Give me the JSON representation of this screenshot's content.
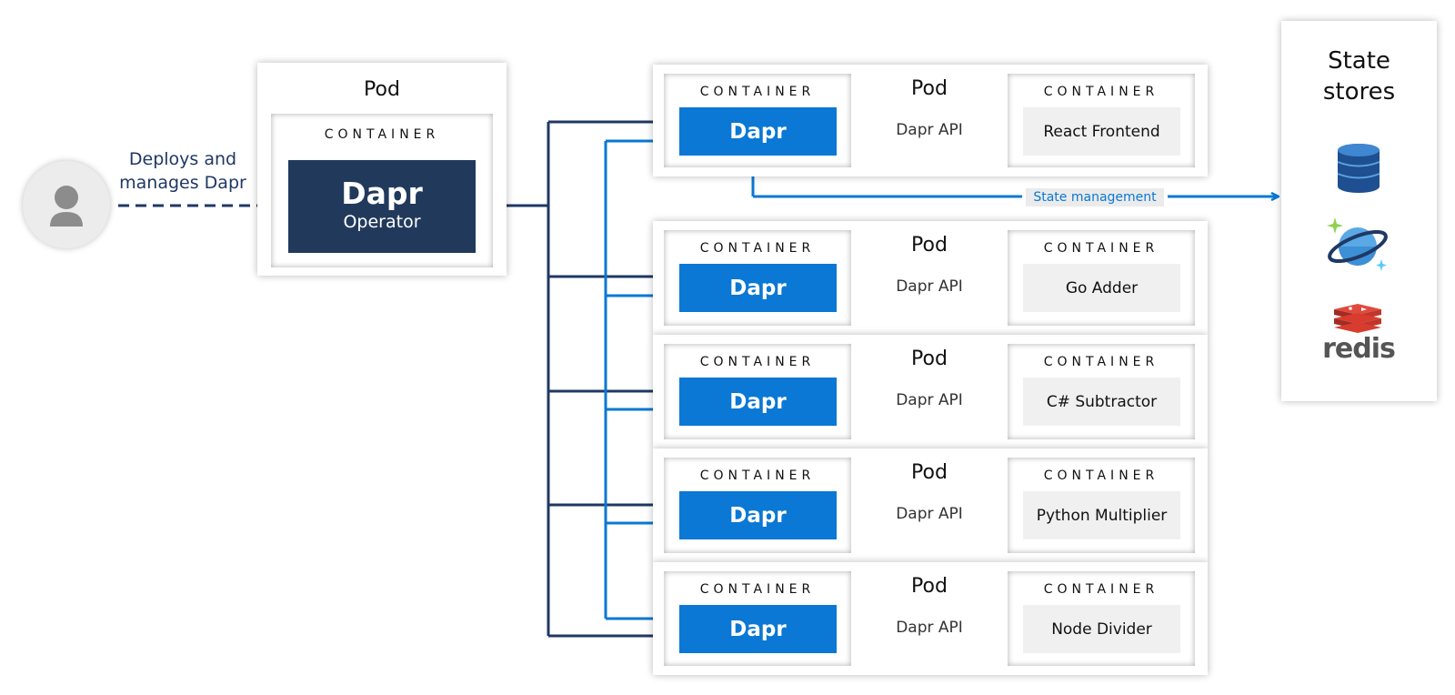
{
  "operator": {
    "pod_label": "Pod",
    "container_label": "CONTAINER",
    "title": "Dapr",
    "subtitle": "Operator"
  },
  "user": {
    "caption_line1": "Deploys and",
    "caption_line2": "manages Dapr"
  },
  "pods": [
    {
      "pod_label": "Pod",
      "left_container_label": "CONTAINER",
      "sidecar_label": "Dapr",
      "api_label": "Dapr API",
      "right_container_label": "CONTAINER",
      "app_label": "React Frontend"
    },
    {
      "pod_label": "Pod",
      "left_container_label": "CONTAINER",
      "sidecar_label": "Dapr",
      "api_label": "Dapr API",
      "right_container_label": "CONTAINER",
      "app_label": "Go Adder"
    },
    {
      "pod_label": "Pod",
      "left_container_label": "CONTAINER",
      "sidecar_label": "Dapr",
      "api_label": "Dapr API",
      "right_container_label": "CONTAINER",
      "app_label": "C# Subtractor"
    },
    {
      "pod_label": "Pod",
      "left_container_label": "CONTAINER",
      "sidecar_label": "Dapr",
      "api_label": "Dapr API",
      "right_container_label": "CONTAINER",
      "app_label": "Python Multiplier"
    },
    {
      "pod_label": "Pod",
      "left_container_label": "CONTAINER",
      "sidecar_label": "Dapr",
      "api_label": "Dapr API",
      "right_container_label": "CONTAINER",
      "app_label": "Node Divider"
    }
  ],
  "state_management_label": "State management",
  "state_stores": {
    "title_line1": "State",
    "title_line2": "stores",
    "icons": [
      "database-cylinder-icon",
      "cosmos-planet-icon",
      "redis-cubes-icon"
    ],
    "redis_wordmark": "redis"
  },
  "colors": {
    "navy": "#1f3864",
    "dapr_blue": "#0a78d4",
    "operator_navy": "#213a5c",
    "gray_arrow": "#b4b4b4"
  }
}
